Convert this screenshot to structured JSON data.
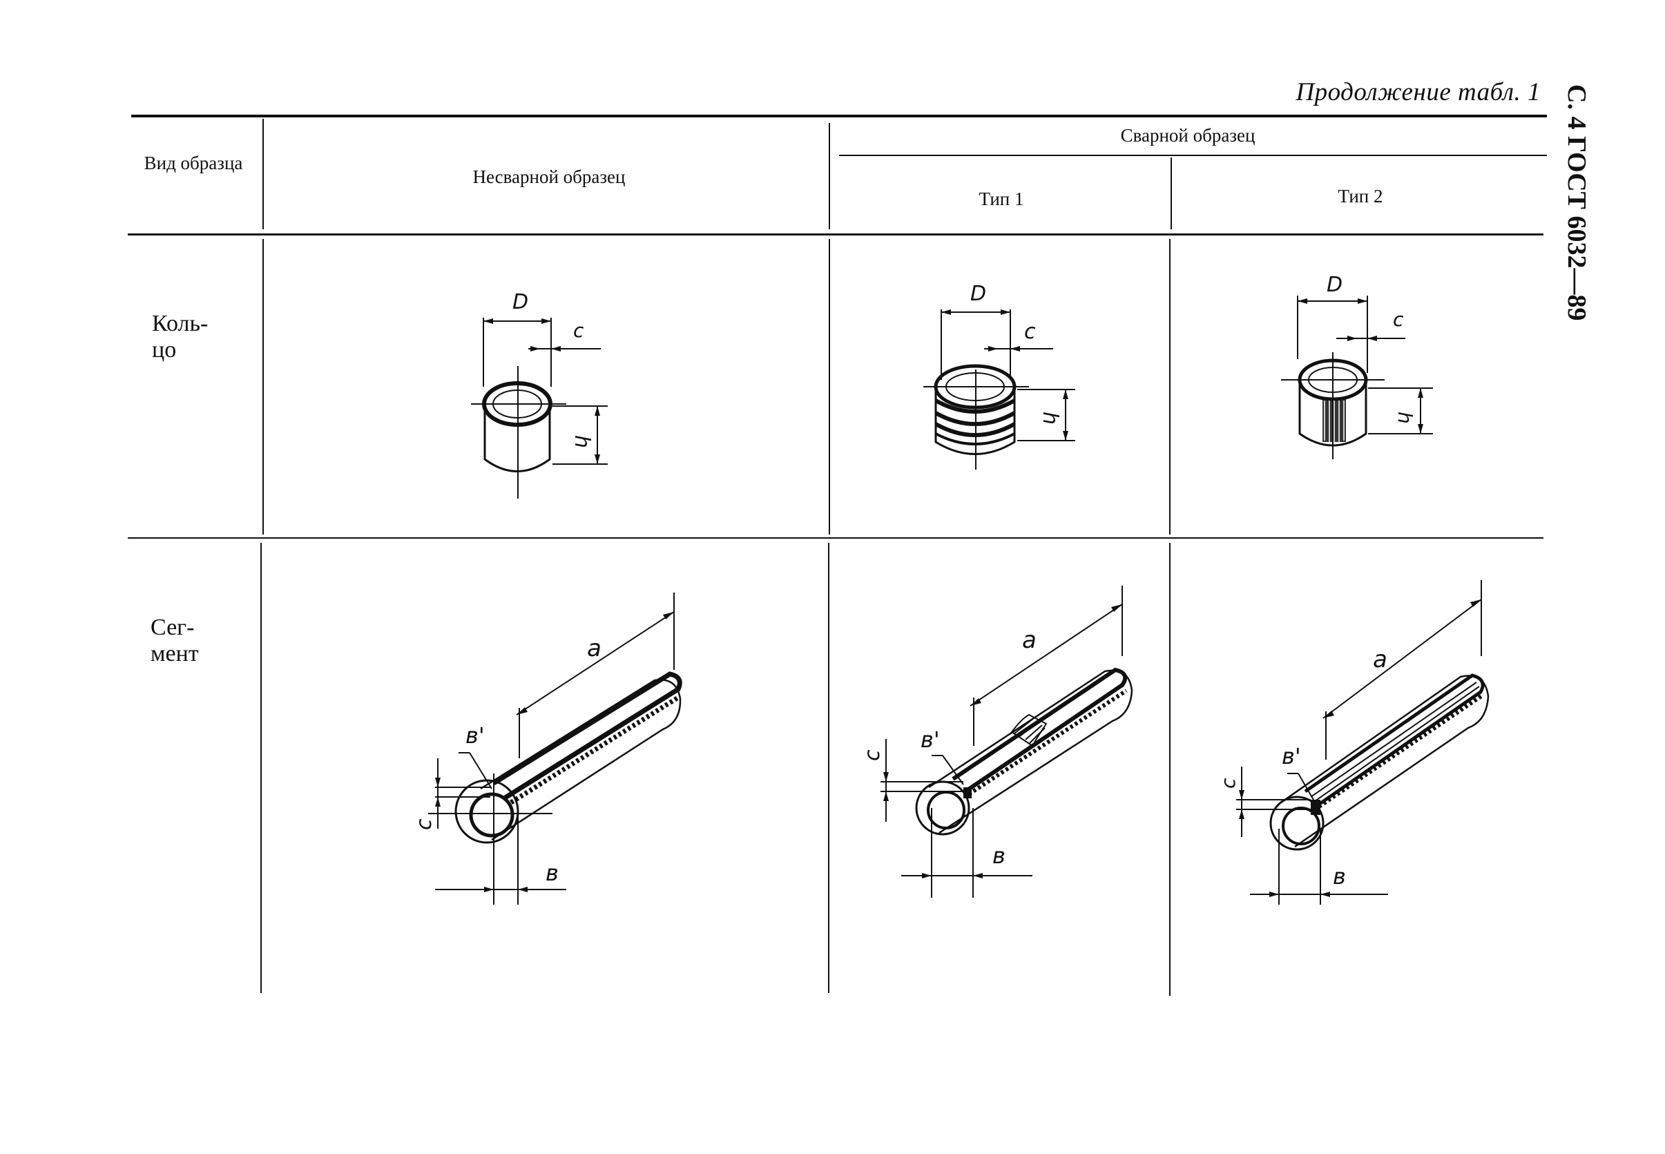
{
  "page": {
    "continuation_title": "Продолжение табл. 1",
    "side_label": "С. 4 ГОСТ 6032—89"
  },
  "table": {
    "headers": {
      "kind": "Вид образца",
      "unwelded": "Несварной образец",
      "welded": "Сварной образец",
      "type1": "Тип 1",
      "type2": "Тип 2"
    },
    "rows": [
      {
        "label": "Коль-\nцо",
        "dimension_labels": {
          "diameter": "D",
          "wall": "c",
          "height": "h"
        }
      },
      {
        "label": "Сег-\nмент",
        "dimension_labels": {
          "length": "a",
          "width": "в",
          "width_inner": "в'",
          "wall": "c"
        }
      }
    ]
  }
}
